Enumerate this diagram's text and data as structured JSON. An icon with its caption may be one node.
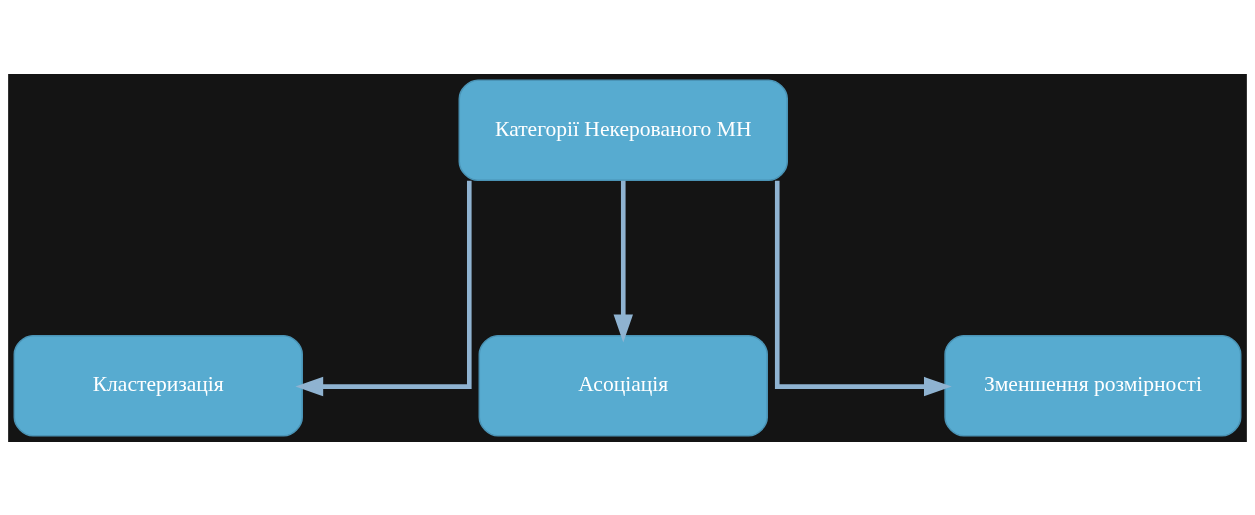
{
  "diagram": {
    "nodes": [
      {
        "text": [
          "Категорії Некерованого МН"
        ]
      },
      {
        "text": [
          "Кластеризація"
        ]
      },
      {
        "text": [
          "Асоціація"
        ]
      },
      {
        "text": [
          "Зменшення розмірності"
        ]
      }
    ],
    "edges": [
      {
        "from": 0,
        "to": 1,
        "arrow": "to"
      },
      {
        "from": 0,
        "to": 2,
        "arrow": "to"
      },
      {
        "from": 0,
        "to": 3,
        "arrow": "to"
      }
    ]
  }
}
